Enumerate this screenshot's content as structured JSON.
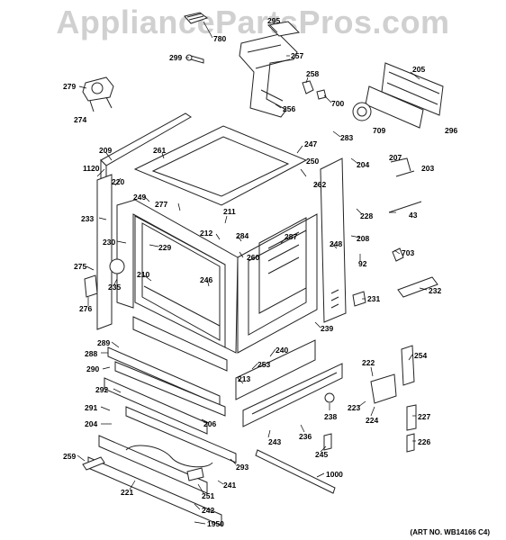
{
  "watermark": "AppliancePartsPros.com",
  "art_number": "(ART NO. WB14166 C4)",
  "callouts": [
    {
      "id": "c780",
      "label": "780"
    },
    {
      "id": "c295",
      "label": "295"
    },
    {
      "id": "c299",
      "label": "299"
    },
    {
      "id": "c257",
      "label": "257"
    },
    {
      "id": "c205",
      "label": "205"
    },
    {
      "id": "c279",
      "label": "279"
    },
    {
      "id": "c258",
      "label": "258"
    },
    {
      "id": "c700",
      "label": "700"
    },
    {
      "id": "c274",
      "label": "274"
    },
    {
      "id": "c256",
      "label": "256"
    },
    {
      "id": "c709",
      "label": "709"
    },
    {
      "id": "c296",
      "label": "296"
    },
    {
      "id": "c283",
      "label": "283"
    },
    {
      "id": "c247",
      "label": "247"
    },
    {
      "id": "c209",
      "label": "209"
    },
    {
      "id": "c261",
      "label": "261"
    },
    {
      "id": "c207",
      "label": "207"
    },
    {
      "id": "c203",
      "label": "203"
    },
    {
      "id": "c250",
      "label": "250"
    },
    {
      "id": "c204",
      "label": "204"
    },
    {
      "id": "c1120",
      "label": "1120"
    },
    {
      "id": "c262",
      "label": "262"
    },
    {
      "id": "c220",
      "label": "220"
    },
    {
      "id": "c249",
      "label": "249"
    },
    {
      "id": "c277",
      "label": "277"
    },
    {
      "id": "c228",
      "label": "228"
    },
    {
      "id": "c43",
      "label": "43"
    },
    {
      "id": "c233",
      "label": "233"
    },
    {
      "id": "c211",
      "label": "211"
    },
    {
      "id": "c212",
      "label": "212"
    },
    {
      "id": "c284",
      "label": "284"
    },
    {
      "id": "c287",
      "label": "287"
    },
    {
      "id": "c208",
      "label": "208"
    },
    {
      "id": "c248",
      "label": "248"
    },
    {
      "id": "c230",
      "label": "230"
    },
    {
      "id": "c229",
      "label": "229"
    },
    {
      "id": "c703",
      "label": "703"
    },
    {
      "id": "c260",
      "label": "260"
    },
    {
      "id": "c92",
      "label": "92"
    },
    {
      "id": "c275",
      "label": "275"
    },
    {
      "id": "c210",
      "label": "210"
    },
    {
      "id": "c246",
      "label": "246"
    },
    {
      "id": "c235",
      "label": "235"
    },
    {
      "id": "c232",
      "label": "232"
    },
    {
      "id": "c231",
      "label": "231"
    },
    {
      "id": "c276",
      "label": "276"
    },
    {
      "id": "c239",
      "label": "239"
    },
    {
      "id": "c289",
      "label": "289"
    },
    {
      "id": "c288",
      "label": "288"
    },
    {
      "id": "c240",
      "label": "240"
    },
    {
      "id": "c254",
      "label": "254"
    },
    {
      "id": "c290",
      "label": "290"
    },
    {
      "id": "c253",
      "label": "253"
    },
    {
      "id": "c222",
      "label": "222"
    },
    {
      "id": "c213",
      "label": "213"
    },
    {
      "id": "c292",
      "label": "292"
    },
    {
      "id": "c291",
      "label": "291"
    },
    {
      "id": "c223",
      "label": "223"
    },
    {
      "id": "c238",
      "label": "238"
    },
    {
      "id": "c224",
      "label": "224"
    },
    {
      "id": "c227",
      "label": "227"
    },
    {
      "id": "c206",
      "label": "206"
    },
    {
      "id": "c204b",
      "label": "204"
    },
    {
      "id": "c236",
      "label": "236"
    },
    {
      "id": "c243",
      "label": "243"
    },
    {
      "id": "c226",
      "label": "226"
    },
    {
      "id": "c259",
      "label": "259"
    },
    {
      "id": "c245",
      "label": "245"
    },
    {
      "id": "c293",
      "label": "293"
    },
    {
      "id": "c1000",
      "label": "1000"
    },
    {
      "id": "c221",
      "label": "221"
    },
    {
      "id": "c241",
      "label": "241"
    },
    {
      "id": "c251",
      "label": "251"
    },
    {
      "id": "c242",
      "label": "242"
    },
    {
      "id": "c1950",
      "label": "1950"
    }
  ]
}
